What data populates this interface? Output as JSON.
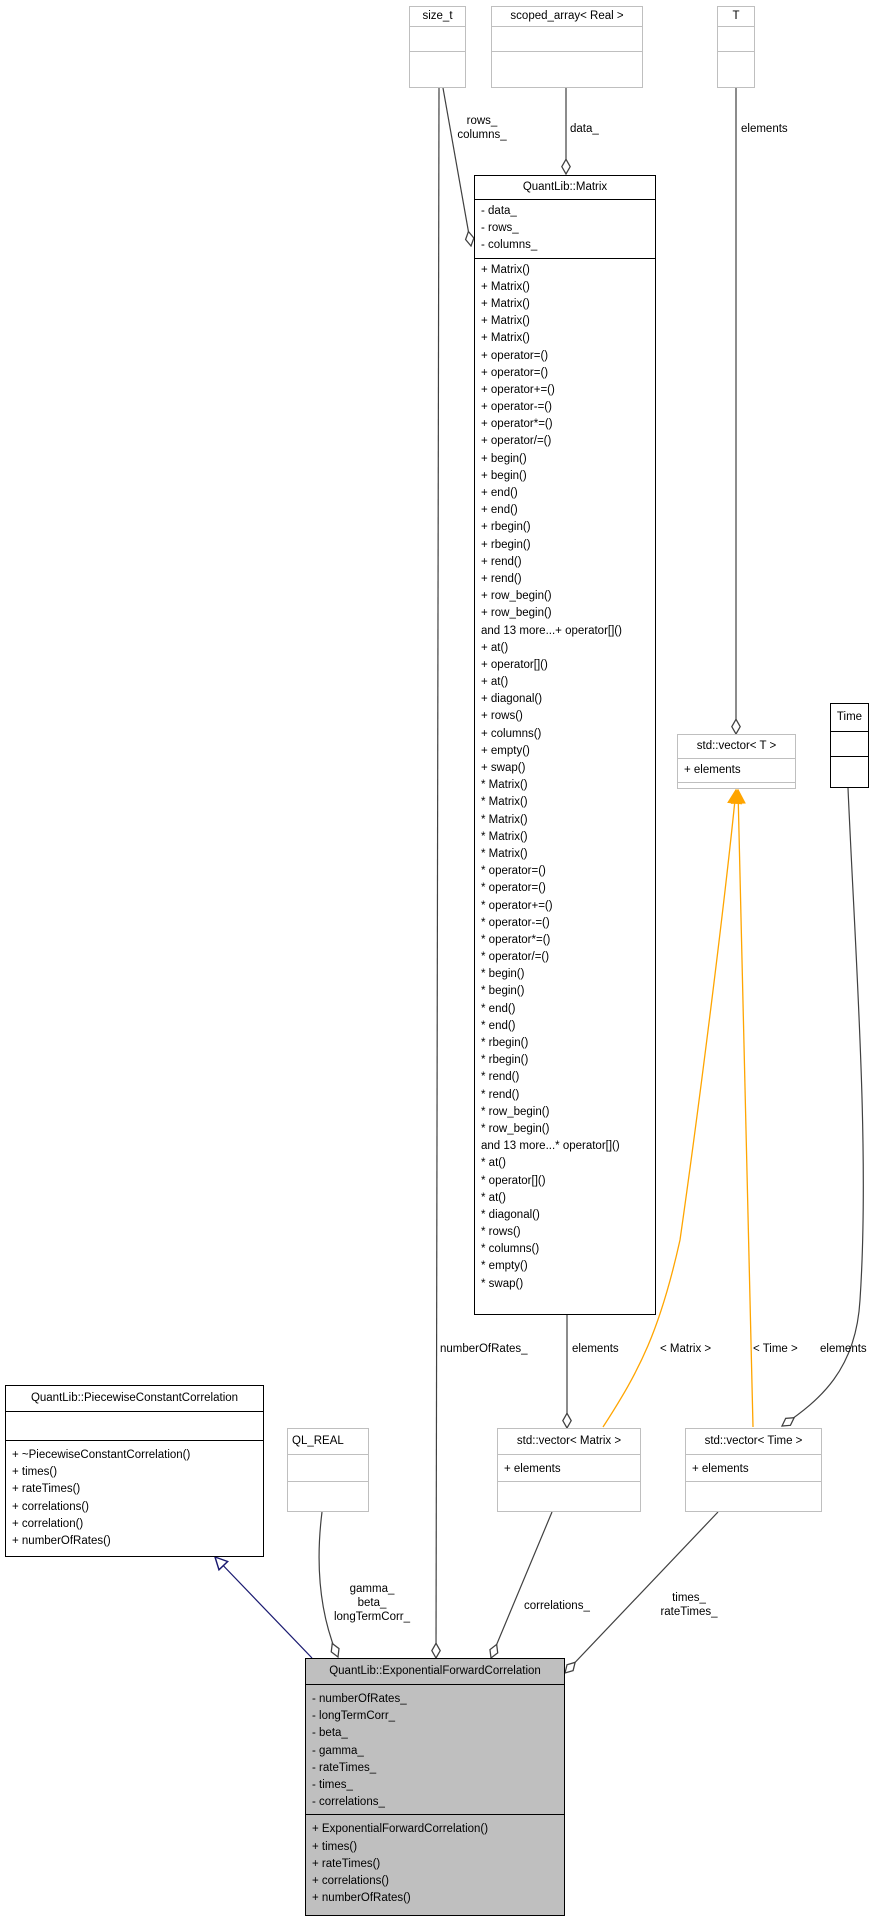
{
  "nodes": {
    "size_t": {
      "title": "size_t"
    },
    "scoped_array": {
      "title": "scoped_array< Real >"
    },
    "T": {
      "title": "T"
    },
    "matrix": {
      "title": "QuantLib::Matrix",
      "attributes": [
        "- data_",
        "- rows_",
        "- columns_"
      ],
      "methods": [
        "+ Matrix()",
        "+ Matrix()",
        "+ Matrix()",
        "+ Matrix()",
        "+ Matrix()",
        "+ operator=()",
        "+ operator=()",
        "+ operator+=()",
        "+ operator-=()",
        "+ operator*=()",
        "+ operator/=()",
        "+ begin()",
        "+ begin()",
        "+ end()",
        "+ end()",
        "+ rbegin()",
        "+ rbegin()",
        "+ rend()",
        "+ rend()",
        "+ row_begin()",
        "+ row_begin()",
        "and 13 more...+ operator[]()",
        "+ at()",
        "+ operator[]()",
        "+ at()",
        "+ diagonal()",
        "+ rows()",
        "+ columns()",
        "+ empty()",
        "+ swap()",
        "* Matrix()",
        "* Matrix()",
        "* Matrix()",
        "* Matrix()",
        "* Matrix()",
        "* operator=()",
        "* operator=()",
        "* operator+=()",
        "* operator-=()",
        "* operator*=()",
        "* operator/=()",
        "* begin()",
        "* begin()",
        "* end()",
        "* end()",
        "* rbegin()",
        "* rbegin()",
        "* rend()",
        "* rend()",
        "* row_begin()",
        "* row_begin()",
        "and 13 more...* operator[]()",
        "* at()",
        "* operator[]()",
        "* at()",
        "* diagonal()",
        "* rows()",
        "* columns()",
        "* empty()",
        "* swap()"
      ]
    },
    "vector_t": {
      "title": "std::vector< T >",
      "attributes": [
        "+ elements"
      ]
    },
    "time": {
      "title": "Time"
    },
    "pcc": {
      "title": "QuantLib::PiecewiseConstantCorrelation",
      "methods": [
        "+ ~PiecewiseConstantCorrelation()",
        "+ times()",
        "+ rateTimes()",
        "+ correlations()",
        "+ correlation()",
        "+ numberOfRates()"
      ]
    },
    "ql_real": {
      "title": "QL_REAL"
    },
    "vector_matrix": {
      "title": "std::vector< Matrix >",
      "attributes": [
        "+ elements"
      ]
    },
    "vector_time": {
      "title": "std::vector< Time >",
      "attributes": [
        "+ elements"
      ]
    },
    "efc": {
      "title": "QuantLib::ExponentialForwardCorrelation",
      "attributes": [
        "- numberOfRates_",
        "- longTermCorr_",
        "- beta_",
        "- gamma_",
        "- rateTimes_",
        "- times_",
        "- correlations_"
      ],
      "methods": [
        "+ ExponentialForwardCorrelation()",
        "+ times()",
        "+ rateTimes()",
        "+ correlations()",
        "+ numberOfRates()"
      ]
    }
  },
  "edge_labels": {
    "rows_columns": [
      "rows_",
      "columns_"
    ],
    "data": "data_",
    "elements_T": "elements",
    "numberOfRates": "numberOfRates_",
    "elements_matrix": "elements",
    "tmpl_matrix": "< Matrix >",
    "tmpl_time": "< Time >",
    "elements_time": "elements",
    "gamma_beta_ltc": [
      "gamma_",
      "beta_",
      "longTermCorr_"
    ],
    "correlations": "correlations_",
    "times_rateTimes": [
      "times_",
      "rateTimes_"
    ]
  },
  "colors": {
    "composition_edge": "#404040",
    "inheritance_edge": "#191970",
    "template_edge": "#ffa500",
    "focus_fill": "#bfbfbf",
    "gray_border": "#bfbfbf"
  }
}
